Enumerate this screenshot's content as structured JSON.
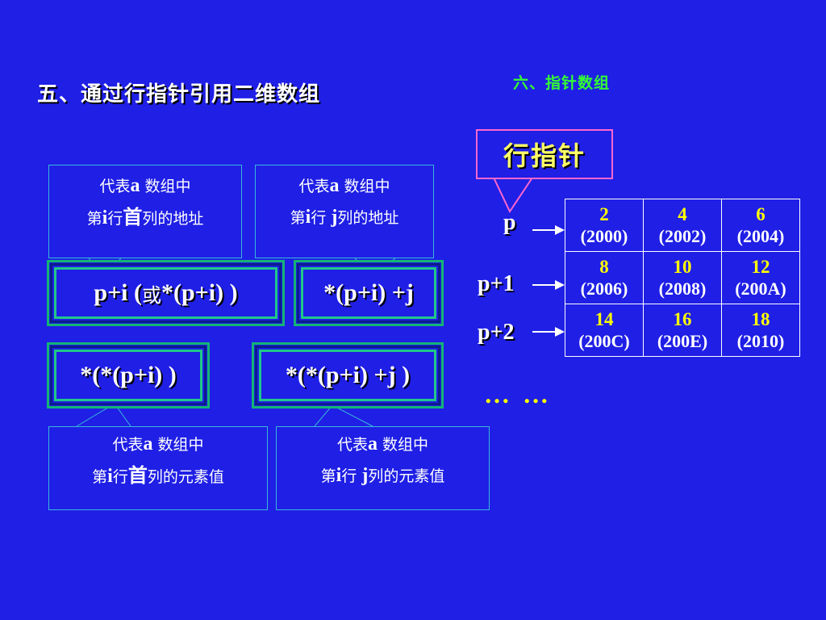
{
  "title": "五、通过行指针引用二维数组",
  "subtitle": "六、指针数组",
  "row_pointer_label": "行指针",
  "callouts": {
    "top_left": {
      "line1_pre": "代表",
      "line1_var": "a",
      "line1_post": " 数组中",
      "line2_pre": "第",
      "line2_i": "i",
      "line2_mid": "行",
      "line2_big": "首",
      "line2_post": "列的地址"
    },
    "top_right": {
      "line1_pre": "代表",
      "line1_var": "a",
      "line1_post": " 数组中",
      "line2_pre": "第",
      "line2_i": "i",
      "line2_mid": "行 ",
      "line2_j": "j",
      "line2_post": "列的地址"
    },
    "bottom_left": {
      "line1_pre": "代表",
      "line1_var": "a",
      "line1_post": " 数组中",
      "line2_pre": "第",
      "line2_i": "i",
      "line2_mid": "行",
      "line2_big": "首",
      "line2_post": "列的元素值"
    },
    "bottom_right": {
      "line1_pre": "代表",
      "line1_var": "a",
      "line1_post": " 数组中",
      "line2_pre": "第",
      "line2_i": "i",
      "line2_mid": "行 ",
      "line2_j": "j",
      "line2_post": "列的元素值"
    }
  },
  "expressions": {
    "e1_a": "p+i (",
    "e1_b": "或",
    "e1_c": " *(p+i) )",
    "e2": "*(p+i) +j",
    "e3": "*(*(p+i) )",
    "e4": "*(*(p+i) +j )"
  },
  "pointers": [
    "p",
    "p+1",
    "p+2"
  ],
  "ellipsis": "… …",
  "array": [
    [
      {
        "v": "2",
        "a": "(2000)"
      },
      {
        "v": "4",
        "a": "(2002)"
      },
      {
        "v": "6",
        "a": "(2004)"
      }
    ],
    [
      {
        "v": "8",
        "a": "(2006)"
      },
      {
        "v": "10",
        "a": "(2008)"
      },
      {
        "v": "12",
        "a": "(200A)"
      }
    ],
    [
      {
        "v": "14",
        "a": "(200C)"
      },
      {
        "v": "16",
        "a": "(200E)"
      },
      {
        "v": "18",
        "a": "(2010)"
      }
    ]
  ]
}
